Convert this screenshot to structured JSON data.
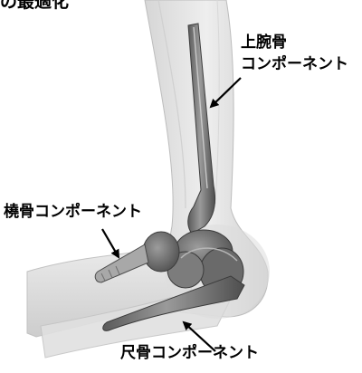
{
  "figure": {
    "title_fragment": "の最適化",
    "labels": {
      "humeral_line1": "上腕骨",
      "humeral_line2": "コンポーネント",
      "radial": "橈骨コンポーネント",
      "ulnar": "尺骨コンポーネント"
    }
  },
  "colors": {
    "bone": "#e4e4e4",
    "bone_shadow": "#c8c8c8",
    "implant": "#6e6e6e",
    "implant_dark": "#4a4a4a",
    "implant_light": "#b8b8b8",
    "arrow": "#000000"
  }
}
